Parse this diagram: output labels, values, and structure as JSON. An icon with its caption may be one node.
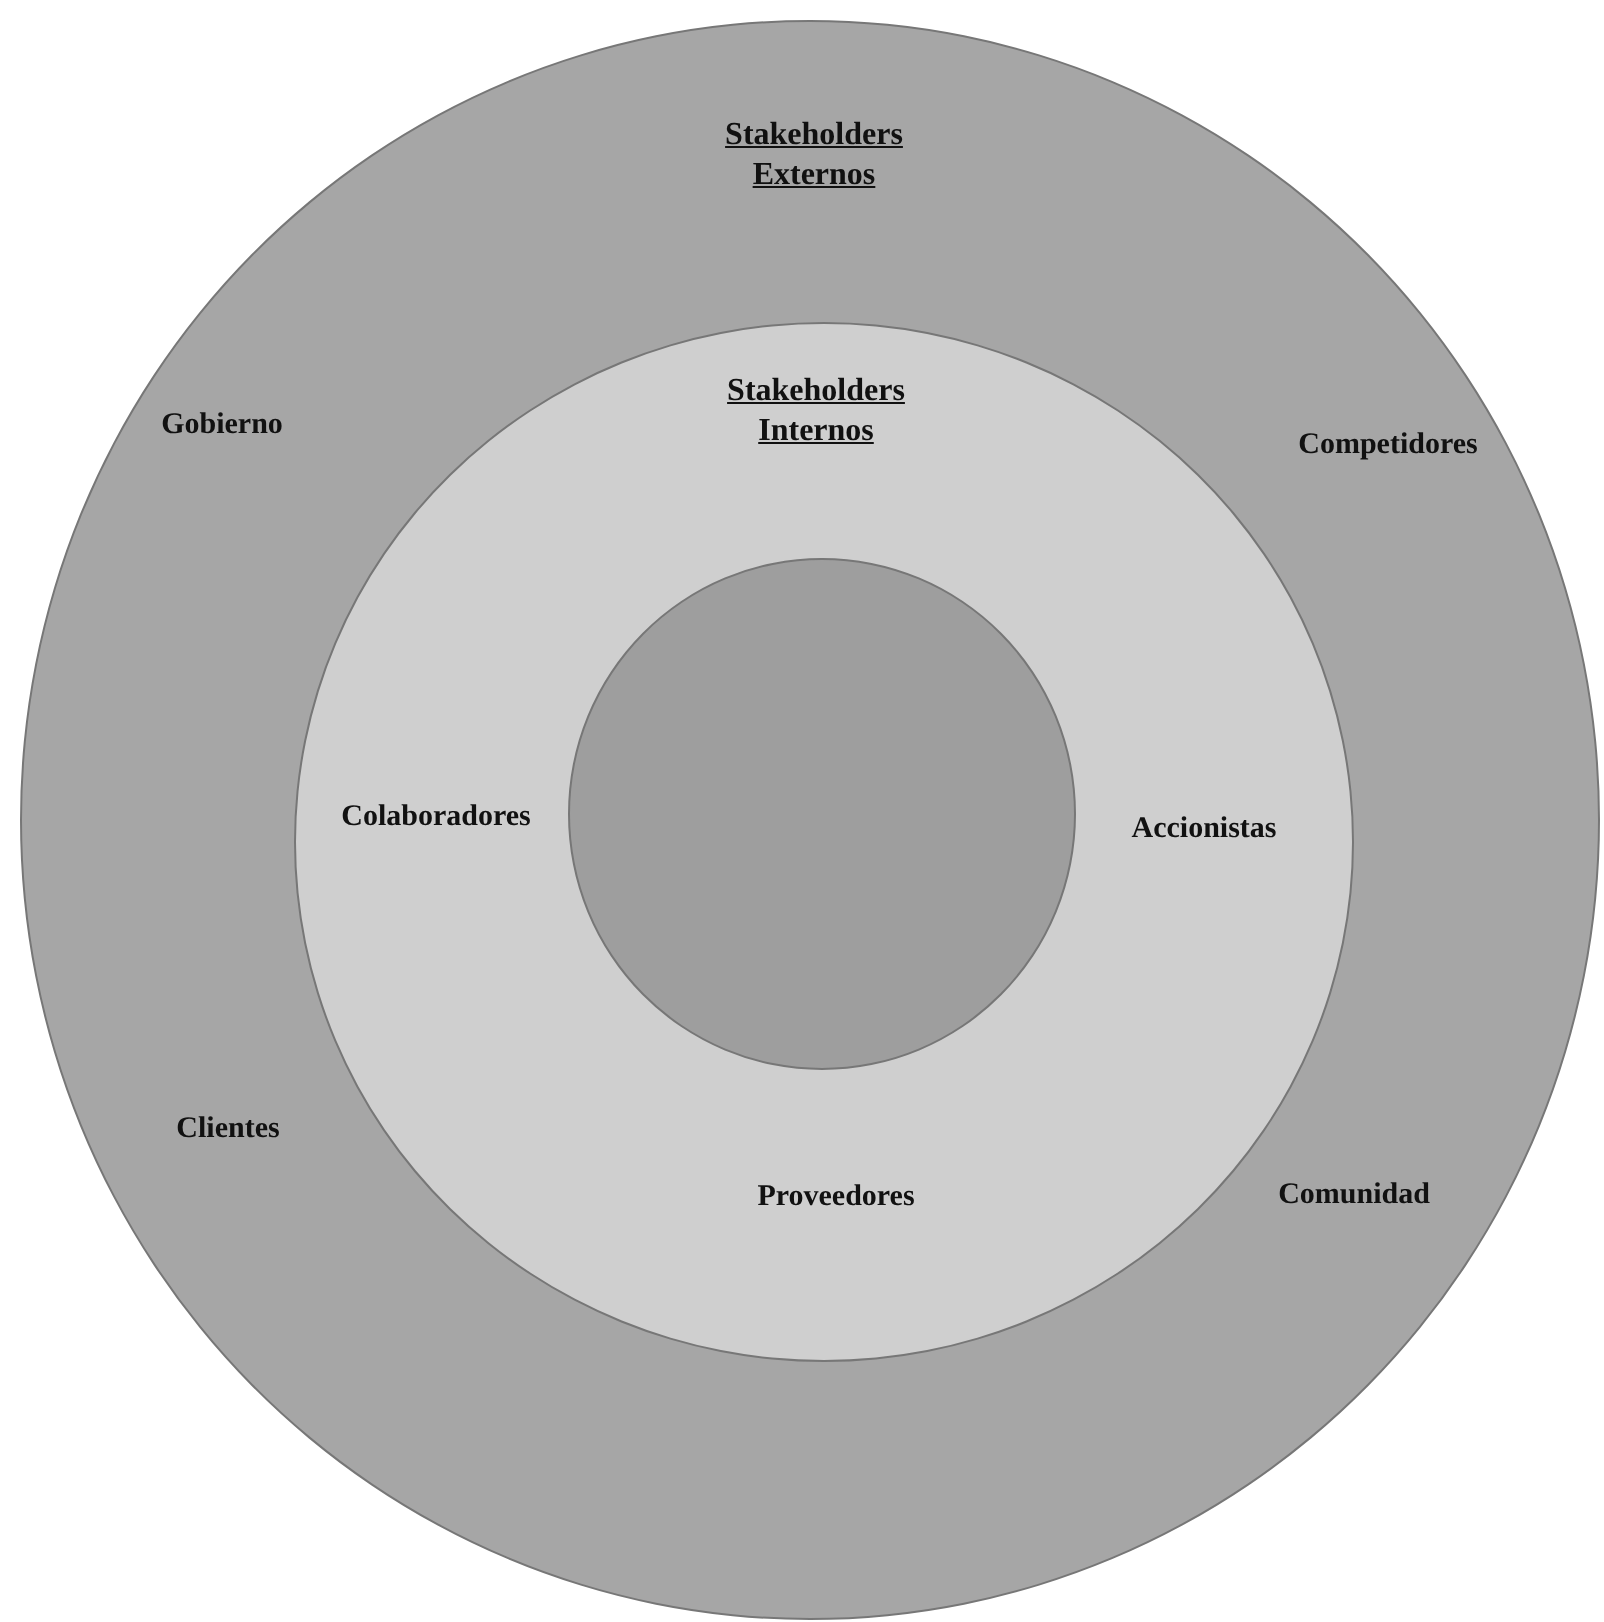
{
  "diagram": {
    "nodes": [
      {
        "text": [
          "Stakeholders Externos",
          "Gobierno",
          "Competidores",
          "Clientes",
          "Comunidad"
        ]
      },
      {
        "text": [
          "Stakeholders Internos",
          "Colaboradores",
          "Accionistas",
          "Proveedores"
        ],
        "in": 0
      },
      {
        "text": [],
        "shape": "circle",
        "in": 1
      }
    ]
  }
}
